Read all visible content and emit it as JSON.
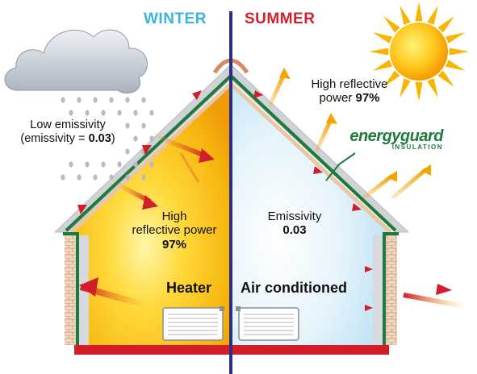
{
  "labels": {
    "winter": "WINTER",
    "summer": "SUMMER",
    "low_emissivity_line1": "Low emissivity",
    "low_emissivity_line2_prefix": "(emissivity = ",
    "low_emissivity_value": "0.03",
    "low_emissivity_line2_suffix": ")",
    "high_reflective_left_line1": "High",
    "high_reflective_left_line2": "reflective power",
    "high_reflective_left_value": "97%",
    "emissivity_right_line1": "Emissivity",
    "emissivity_right_value": "0.03",
    "high_reflective_right_line1": "High reflective",
    "high_reflective_right_line2_prefix": "power ",
    "high_reflective_right_value": "97%",
    "heater": "Heater",
    "air_conditioned": "Air conditioned"
  },
  "brand": {
    "name": "energyguard",
    "subtitle": "INSULATION"
  },
  "colors": {
    "winter_text": "#3bb3e0",
    "summer_text": "#d0202a",
    "divider": "#2a2f7f",
    "insulation": "#1d7a3c",
    "floor": "#d21e2a",
    "arrow": "#d21e2a",
    "sun_arrow": "#f4a300"
  },
  "icons": [
    "cloud-icon",
    "sun-icon",
    "heater-icon",
    "air-conditioner-icon"
  ]
}
